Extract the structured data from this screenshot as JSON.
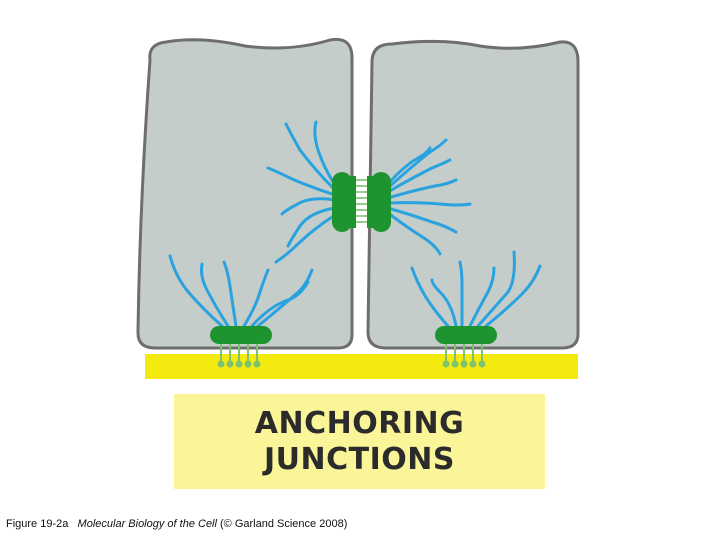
{
  "diagram": {
    "title_line1": "ANCHORING",
    "title_line2": "JUNCTIONS",
    "caption_prefix": "Figure 19-2a",
    "caption_book": "Molecular Biology of the Cell",
    "caption_suffix": "(© Garland Science 2008)"
  },
  "colors": {
    "cell_fill": "#c5cdca",
    "cell_outline": "#6e6e6e",
    "filament": "#29a3e0",
    "junction": "#1e9431",
    "junction_light": "#7cc36b",
    "basal_lamina": "#f5ea0f",
    "title_box": "#fbf59a"
  }
}
